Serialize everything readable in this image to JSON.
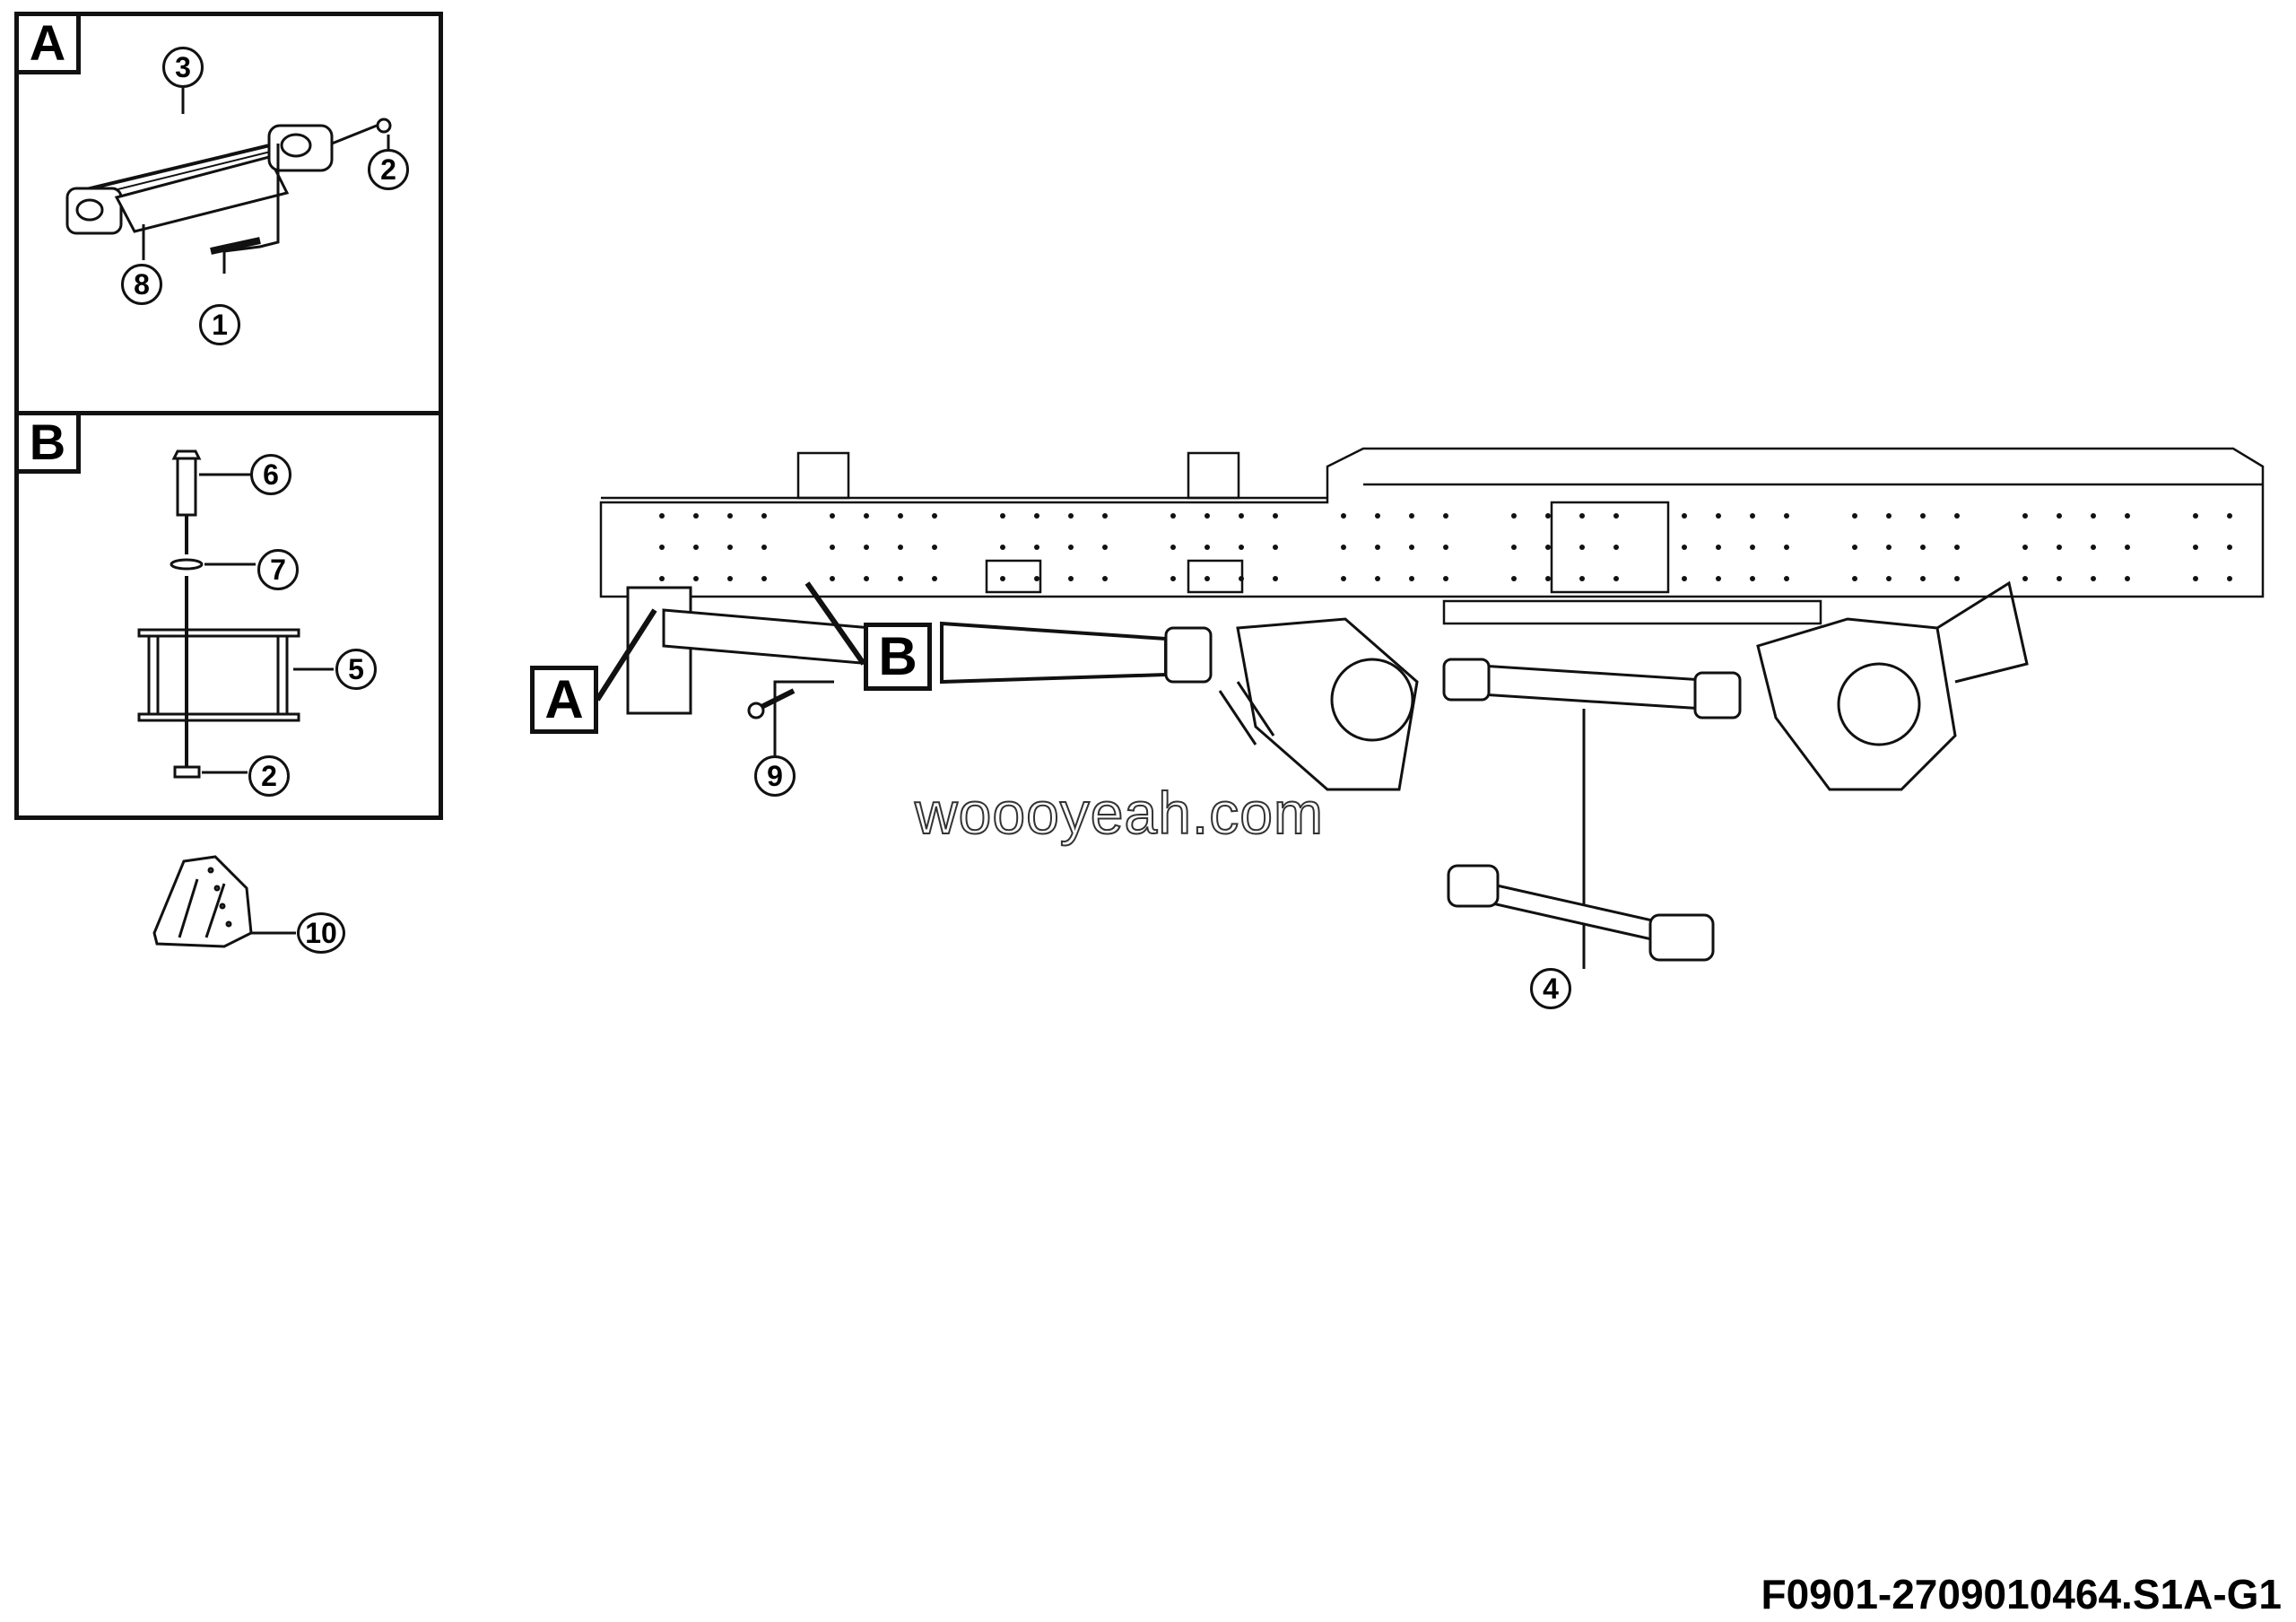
{
  "detail_views": [
    {
      "label": "A",
      "callouts": [
        "3",
        "2",
        "8",
        "1"
      ]
    },
    {
      "label": "B",
      "callouts": [
        "6",
        "7",
        "5",
        "2"
      ]
    }
  ],
  "standalone_callouts": [
    "10"
  ],
  "main_view": {
    "view_tags": [
      "A",
      "B"
    ],
    "callouts": [
      "9",
      "4"
    ]
  },
  "watermark": "woooyeah.com",
  "drawing_code": "F0901-2709010464.S1A-G1"
}
